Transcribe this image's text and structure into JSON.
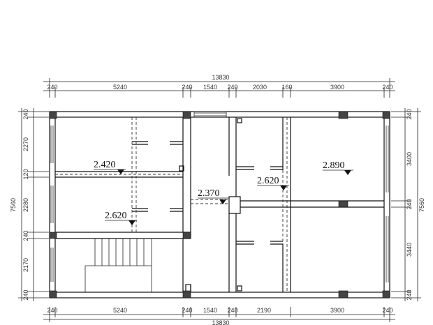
{
  "top_total": "13830",
  "bottom_total": "13830",
  "top_dims": [
    "240",
    "5240",
    "240",
    "1540",
    "240",
    "2030",
    "160",
    "3900",
    "240"
  ],
  "bottom_dims": [
    "240",
    "5240",
    "240",
    "1540",
    "240",
    "2190",
    "3900",
    "240"
  ],
  "left_dims": [
    "240",
    "2270",
    "120",
    "2280",
    "240",
    "2170",
    "240"
  ],
  "left_total": "7560",
  "right_dims": [
    "240",
    "3400",
    "240",
    "3440",
    "240"
  ],
  "right_total": "7560",
  "levels": [
    "2.420",
    "2.620",
    "2.370",
    "2.620",
    "2.890"
  ]
}
